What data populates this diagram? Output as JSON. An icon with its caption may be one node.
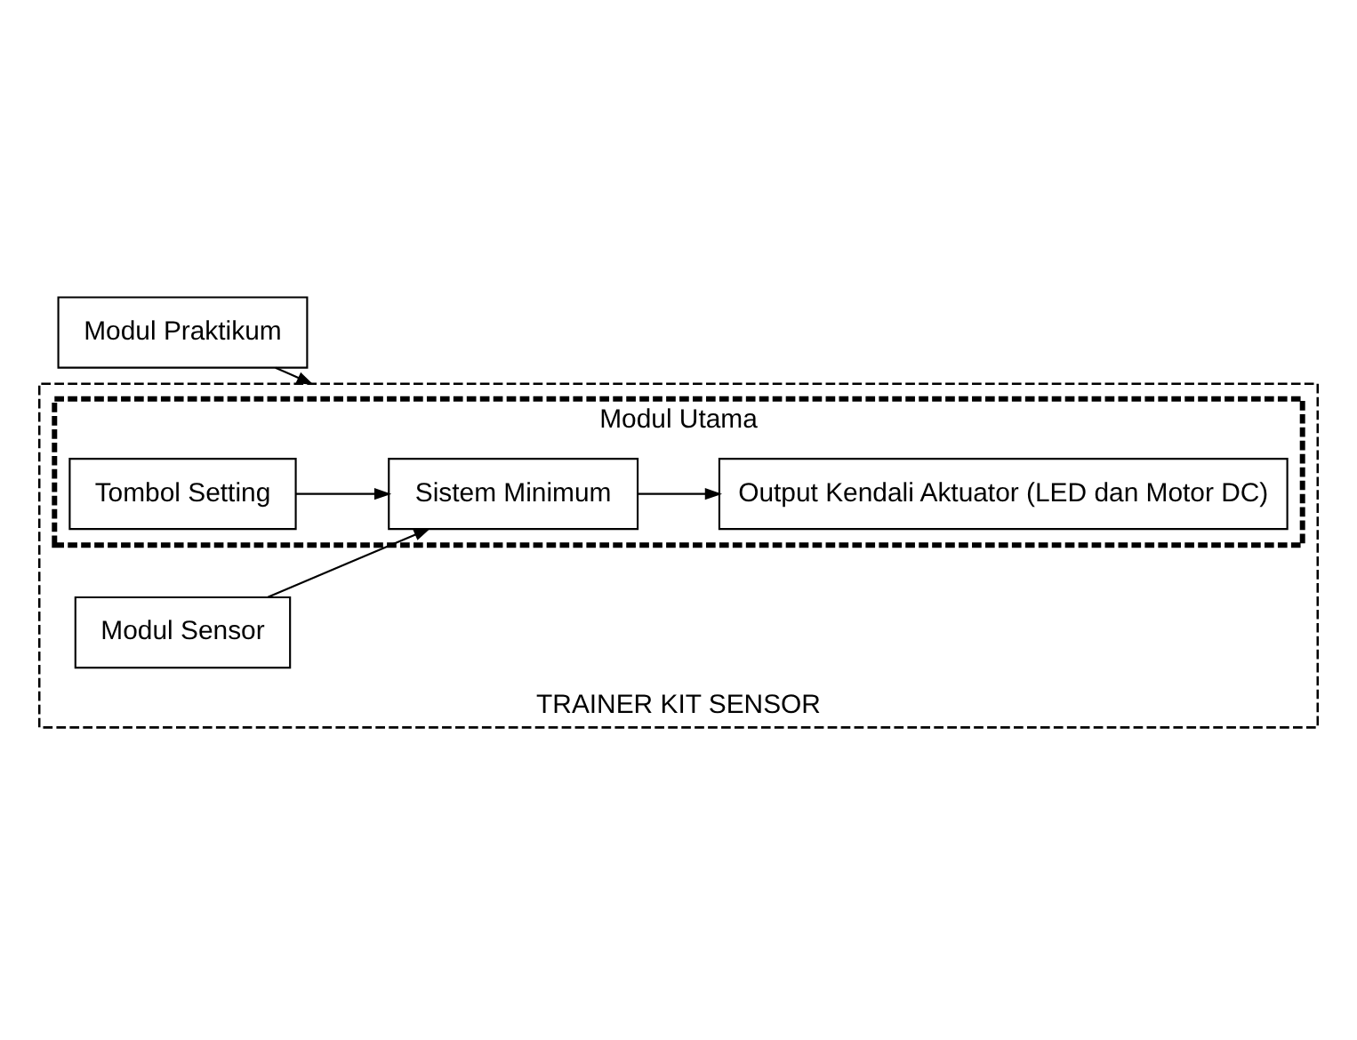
{
  "diagram": {
    "nodes": [
      {
        "text": [
          "Modul Praktikum"
        ]
      },
      {
        "text": [
          "TRAINER KIT SENSOR"
        ]
      },
      {
        "text": [
          "Modul Utama"
        ],
        "in": 1
      },
      {
        "text": [
          "Modul Sensor"
        ],
        "in": 1
      },
      {
        "text": [
          "Sistem Minimum"
        ],
        "in": 2
      },
      {
        "text": [
          "Output Kendali Aktuator (LED dan Motor DC)"
        ],
        "in": 2
      },
      {
        "text": [
          "Tombol Setting"
        ],
        "in": 2
      }
    ],
    "edges": [
      {
        "from": 0,
        "to": 1,
        "arrow": "to"
      },
      {
        "from": 3,
        "to": 4,
        "arrow": "to"
      },
      {
        "from": 4,
        "to": 5,
        "arrow": "to"
      },
      {
        "from": 6,
        "to": 4,
        "arrow": "to"
      }
    ]
  }
}
